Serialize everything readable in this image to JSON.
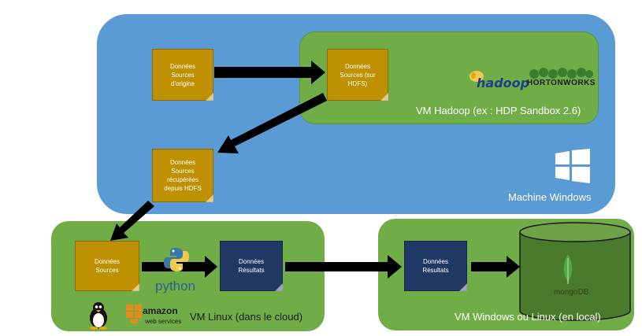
{
  "containers": {
    "machine_windows": "Machine Windows",
    "vm_hadoop": "VM Hadoop (ex : HDP Sandbox 2.6)",
    "vm_linux": "VM Linux (dans le cloud)",
    "vm_local": "VM Windows ou Linux (en local)"
  },
  "nodes": {
    "sources_origine": [
      "Données",
      "Sources",
      "d'origine"
    ],
    "sources_hdfs": [
      "Données",
      "Sources (sur",
      "HDFS)"
    ],
    "sources_recuperees": [
      "Données",
      "Sources",
      "récupérées",
      "depuis HDFS"
    ],
    "sources_linux": [
      "Données",
      "Sources"
    ],
    "resultats_linux": [
      "Données",
      "Résultats"
    ],
    "resultats_local": [
      "Données",
      "Résultats"
    ]
  },
  "logos": {
    "hadoop": "hadoop",
    "hortonworks": "HORTONWORKS",
    "python": "python",
    "amazon": "amazon",
    "amazon_sub": "web services",
    "mongodb": "mongoDB",
    "windows_icon": "windows-logo-icon",
    "linux_icon": "tux-penguin-icon"
  },
  "colors": {
    "machine": "#5b9bd5",
    "vm": "#70ad47",
    "source_note": "#bf9000",
    "result_note": "#1f3864",
    "arrow": "#000000"
  }
}
